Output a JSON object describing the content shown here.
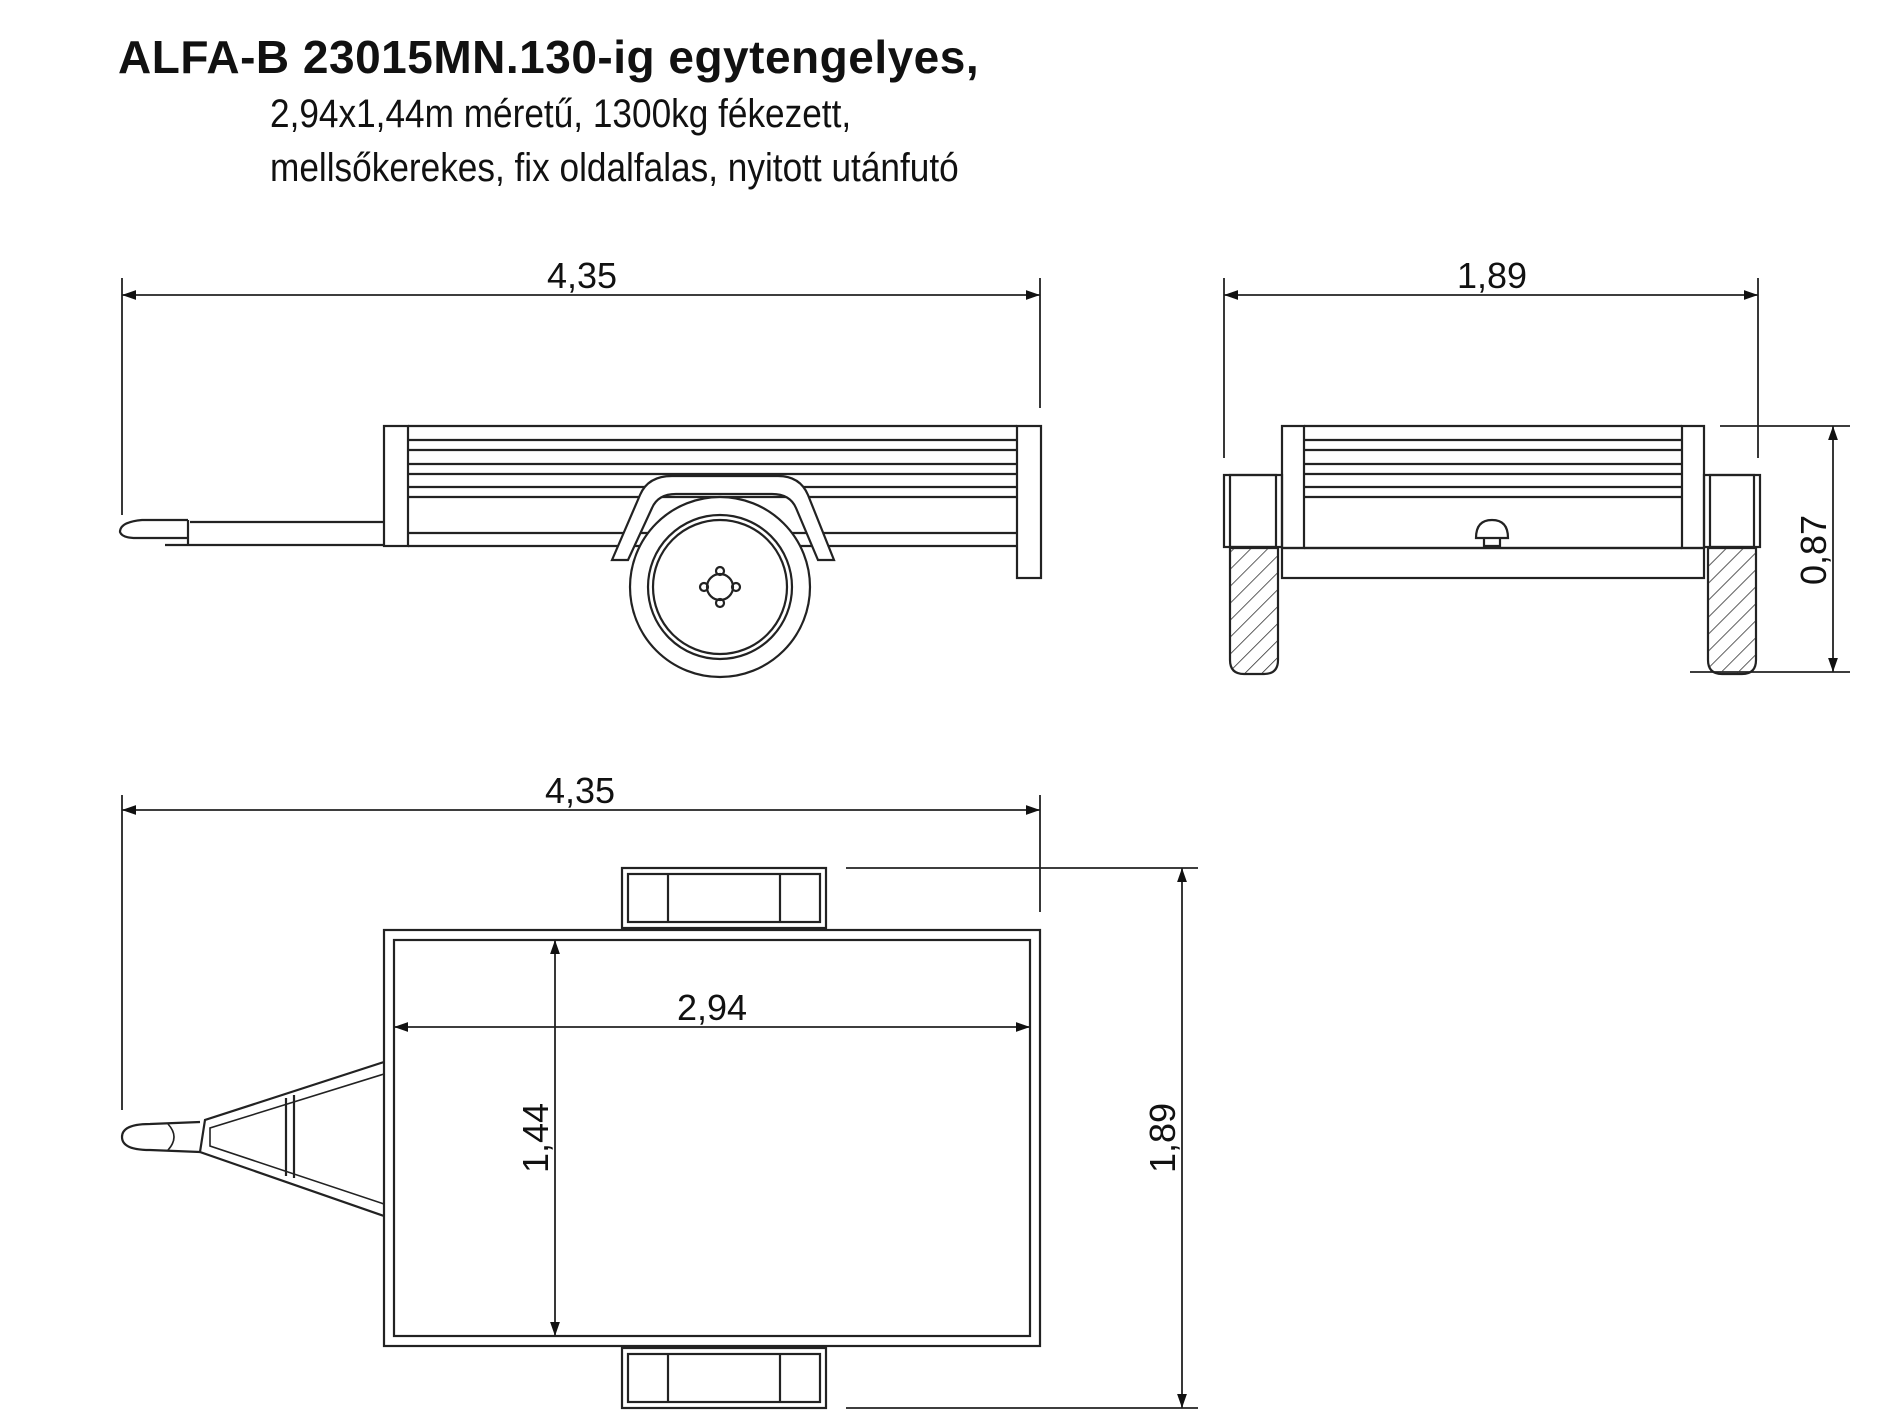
{
  "header": {
    "title": "ALFA-B 23015MN.130-ig egytengelyes,",
    "subtitle_line1": "2,94x1,44m méretű, 1300kg fékezett,",
    "subtitle_line2": "mellsőkerekes, fix oldalfalas, nyitott utánfutó"
  },
  "side_view": {
    "overall_length": "4,35"
  },
  "rear_view": {
    "overall_width": "1,89",
    "height": "0,87"
  },
  "top_view": {
    "overall_length": "4,35",
    "bed_length": "2,94",
    "bed_width": "1,44",
    "overall_width": "1,89"
  }
}
